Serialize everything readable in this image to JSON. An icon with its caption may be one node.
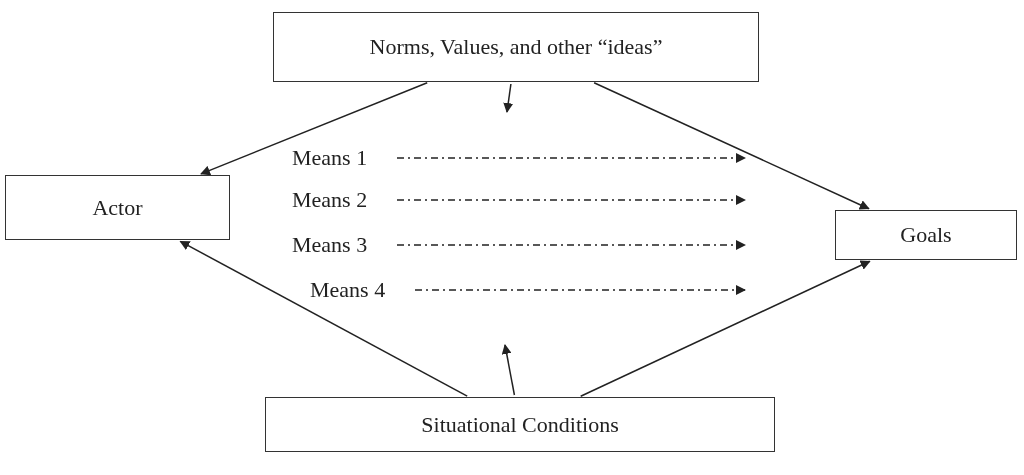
{
  "diagram": {
    "nodes": [
      {
        "text": [
          "Norms, Values, and other “ideas”"
        ]
      },
      {
        "text": [
          "Actor"
        ]
      },
      {
        "text": [
          "Goals"
        ]
      },
      {
        "text": [
          "Means 1"
        ]
      },
      {
        "text": [
          "Means 2"
        ]
      },
      {
        "text": [
          "Means 3"
        ]
      },
      {
        "text": [
          "Means 4"
        ]
      },
      {
        "text": [
          "Situational Conditions"
        ]
      }
    ],
    "edges": [
      {
        "from": 0,
        "to": 1,
        "arrow": "to"
      },
      {
        "from": 0,
        "to": null,
        "arrow": "to"
      },
      {
        "from": 0,
        "to": 2,
        "arrow": "to"
      },
      {
        "from": 3,
        "to": null,
        "arrow": "to",
        "style": "dashed"
      },
      {
        "from": 4,
        "to": null,
        "arrow": "to",
        "style": "dashed"
      },
      {
        "from": 5,
        "to": null,
        "arrow": "to",
        "style": "dashed"
      },
      {
        "from": 6,
        "to": null,
        "arrow": "to",
        "style": "dashed"
      },
      {
        "from": 7,
        "to": 1,
        "arrow": "to"
      },
      {
        "from": 7,
        "to": null,
        "arrow": "to"
      },
      {
        "from": 7,
        "to": 2,
        "arrow": "to"
      }
    ]
  }
}
